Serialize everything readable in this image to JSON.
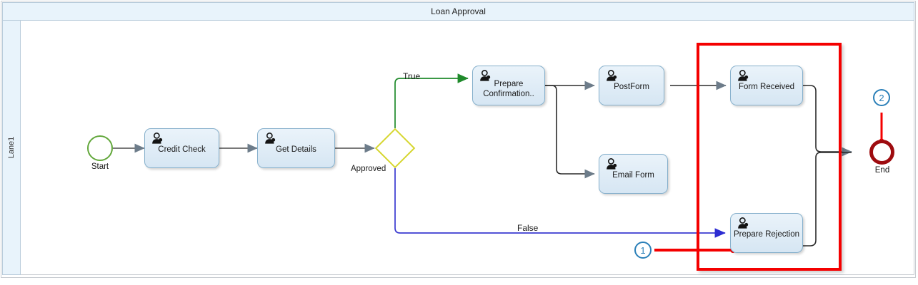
{
  "diagram": {
    "pool_title": "Loan Approval",
    "lane_label": "Lane1",
    "type": "bpmn-process"
  },
  "nodes": {
    "start": {
      "label": "Start",
      "shape": "start-event",
      "color": "#62a73b"
    },
    "credit_check": {
      "label": "Credit Check",
      "shape": "user-task",
      "icon": "person-icon"
    },
    "get_details": {
      "label": "Get Details",
      "shape": "user-task",
      "icon": "person-icon"
    },
    "gateway": {
      "label": "Approved",
      "shape": "exclusive-gateway",
      "color": "#d6d62e"
    },
    "prepare_confirmation": {
      "label": "Prepare Confirmation..",
      "line1": "Prepare",
      "line2": "Confirmation..",
      "shape": "user-task",
      "icon": "person-icon"
    },
    "post_form": {
      "label": "PostForm",
      "shape": "user-task",
      "icon": "person-icon"
    },
    "email_form": {
      "label": "Email Form",
      "shape": "user-task",
      "icon": "person-icon"
    },
    "form_received": {
      "label": "Form Received",
      "shape": "user-task",
      "icon": "person-icon"
    },
    "prepare_rejection": {
      "label": "Prepare Rejection",
      "shape": "user-task",
      "icon": "person-icon"
    },
    "end": {
      "label": "End",
      "shape": "end-event",
      "color": "#9e0b0f"
    }
  },
  "flows": {
    "true_label": "True",
    "false_label": "False",
    "true_color": "#1f8a2b",
    "false_color": "#3a3ad0",
    "default_color": "#3f3f3f"
  },
  "annotations": {
    "badge1": "1",
    "badge2": "2",
    "highlight_color": "#f40000",
    "badge_color": "#2a7fb8"
  }
}
